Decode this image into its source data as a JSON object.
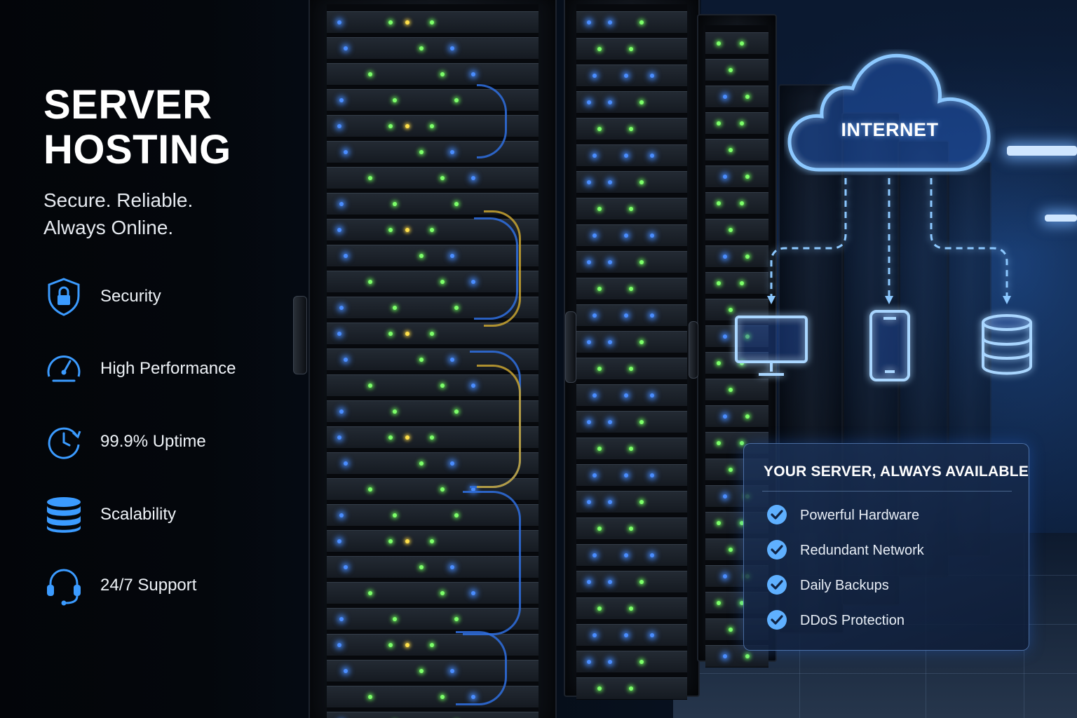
{
  "hero": {
    "title_line1": "SERVER",
    "title_line2": "HOSTING",
    "tagline_line1": "Secure. Reliable.",
    "tagline_line2": "Always Online."
  },
  "features": [
    {
      "label": "Security",
      "icon": "shield-lock-icon"
    },
    {
      "label": "High Performance",
      "icon": "speedometer-icon"
    },
    {
      "label": "99.9% Uptime",
      "icon": "clock-refresh-icon"
    },
    {
      "label": "Scalability",
      "icon": "database-icon"
    },
    {
      "label": "24/7 Support",
      "icon": "headset-icon"
    }
  ],
  "network": {
    "cloud_label": "INTERNET",
    "devices": [
      {
        "icon": "desktop-monitor-icon"
      },
      {
        "icon": "smartphone-icon"
      },
      {
        "icon": "database-icon"
      }
    ]
  },
  "card": {
    "title": "YOUR SERVER, ALWAYS AVAILABLE",
    "items": [
      "Powerful Hardware",
      "Redundant Network",
      "Daily Backups",
      "DDoS Protection"
    ]
  },
  "colors": {
    "accent": "#3b9bff",
    "glow": "#5fb0ff",
    "background": "#02060d",
    "card_border": "#78aaf0"
  }
}
